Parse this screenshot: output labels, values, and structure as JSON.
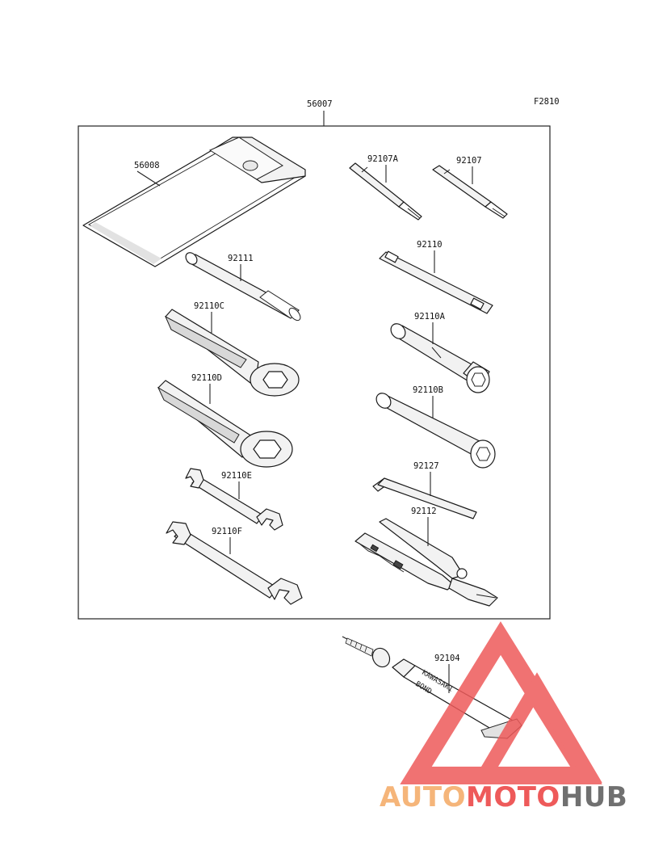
{
  "figure": {
    "code": "F2810",
    "kit_label": "56007"
  },
  "parts": {
    "p56008": "56008",
    "p92107A": "92107A",
    "p92107": "92107",
    "p92111": "92111",
    "p92110": "92110",
    "p92110C": "92110C",
    "p92110A": "92110A",
    "p92110D": "92110D",
    "p92110B": "92110B",
    "p92110E": "92110E",
    "p92127": "92127",
    "p92110F": "92110F",
    "p92112": "92112",
    "p92104": "92104"
  },
  "tube_print": {
    "line1": "KAWASAKI",
    "line2": "BOND"
  },
  "watermark": {
    "part1": "AUTO",
    "part2": "MOTO",
    "part3": "HUB",
    "color_light": "#f5b57a",
    "color_red": "#ee5a5a",
    "color_gray": "#707070"
  }
}
